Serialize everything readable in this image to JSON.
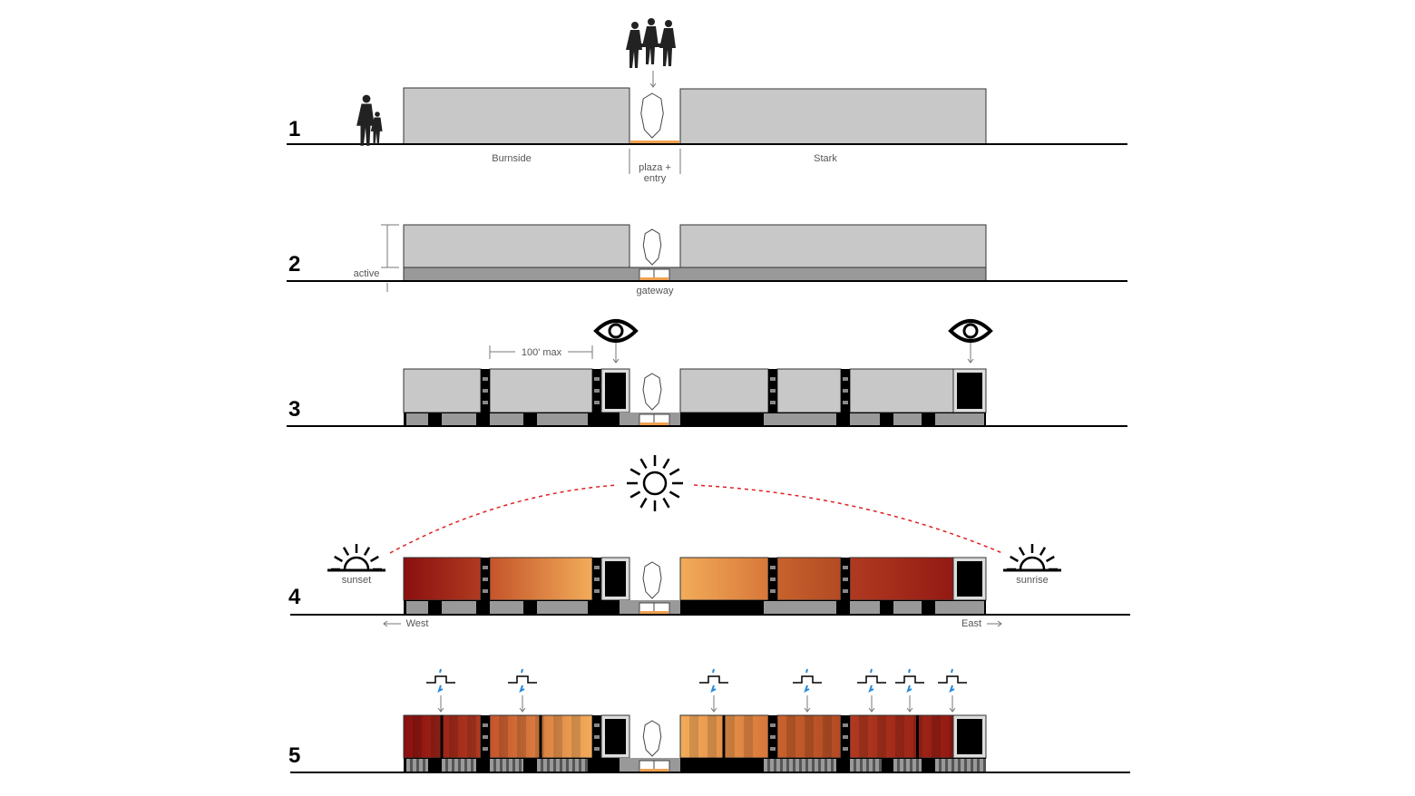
{
  "rows": [
    {
      "number": "1",
      "labels": {
        "left_building": "Burnside",
        "right_building": "Stark",
        "plaza_line1": "plaza +",
        "plaza_line2": "entry"
      }
    },
    {
      "number": "2",
      "labels": {
        "active": "active",
        "gateway": "gateway"
      }
    },
    {
      "number": "3",
      "labels": {
        "dimension": "100' max"
      }
    },
    {
      "number": "4",
      "labels": {
        "sunset": "sunset",
        "sunrise": "sunrise",
        "west": "West",
        "east": "East"
      }
    },
    {
      "number": "5",
      "labels": {}
    }
  ],
  "icons": {
    "people_walking": "pedestrians-icon",
    "people_dining": "diners-icon",
    "eye": "eye-icon",
    "sun": "sun-icon",
    "sunset": "sunset-icon",
    "sunrise": "sunrise-icon",
    "rain": "rain-roof-icon",
    "tree": "tree-icon"
  },
  "colors": {
    "building": "#c8c8c8",
    "base": "#999999",
    "orange": "#f0a050",
    "sun_path": "#e02020",
    "rain": "#2a8ad8",
    "dark_red": "#8a0f0f",
    "light_orange": "#f2ac5a"
  }
}
